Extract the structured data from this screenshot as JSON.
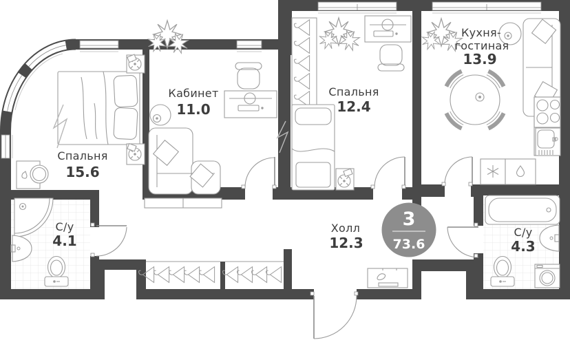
{
  "plan": {
    "badge": {
      "rooms_count": "3",
      "total_area": "73.6"
    },
    "rooms": [
      {
        "id": "bedroom-main",
        "name": "Спальня",
        "area": "15.6"
      },
      {
        "id": "office",
        "name": "Кабинет",
        "area": "11.0"
      },
      {
        "id": "bedroom-second",
        "name": "Спальня",
        "area": "12.4"
      },
      {
        "id": "kitchen-living",
        "name_line1": "Кухня-",
        "name_line2": "гостиная",
        "area": "13.9"
      },
      {
        "id": "bathroom-1",
        "name": "С/у",
        "area": "4.1"
      },
      {
        "id": "hall",
        "name": "Холл",
        "area": "12.3"
      },
      {
        "id": "bathroom-2",
        "name": "С/у",
        "area": "4.3"
      }
    ],
    "colors": {
      "wall": "#4a4a4a",
      "furniture_line": "#9e9e9e",
      "text": "#3d3d3d",
      "badge_bg": "#8d8d8d",
      "badge_text": "#ffffff",
      "tile_line": "#e8e8e8",
      "background": "#ffffff"
    }
  }
}
